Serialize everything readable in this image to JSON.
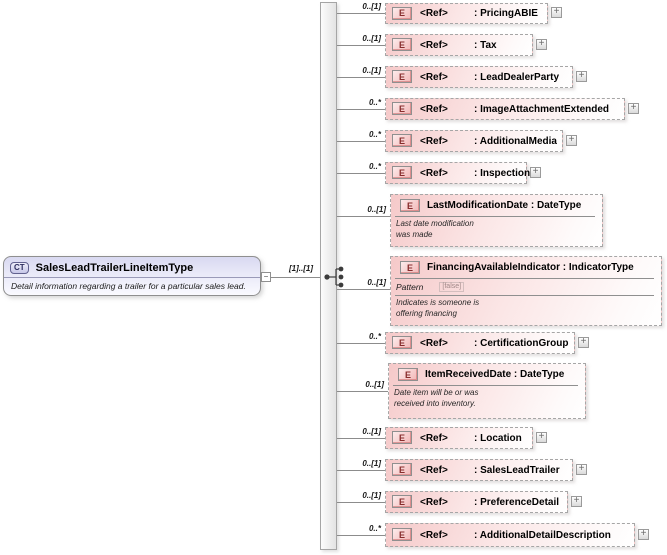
{
  "diagram": {
    "root": {
      "badge": "CT",
      "title": "SalesLeadTrailerLineItemType",
      "description": "Detail information regarding a trailer for a particular sales lead.",
      "cardinality": "[1]..[1]",
      "collapse_glyph": "−",
      "compositor": "sequence"
    },
    "element_icon_letter": "E",
    "expand_glyph": "+",
    "colors": {
      "element_fill": "#f5c9c9",
      "element_border": "#a6a6a6",
      "complextype_fill": "#d9d9f1",
      "bar_fill": "#e3e3e3",
      "line": "#8c8c8c"
    },
    "elements": [
      {
        "cardinality": "0..[1]",
        "kind": "ref",
        "name": "<Ref>",
        "type": ": PricingABIE",
        "expandable": true
      },
      {
        "cardinality": "0..[1]",
        "kind": "ref",
        "name": "<Ref>",
        "type": ": Tax",
        "expandable": true
      },
      {
        "cardinality": "0..[1]",
        "kind": "ref",
        "name": "<Ref>",
        "type": ": LeadDealerParty",
        "expandable": true
      },
      {
        "cardinality": "0..*",
        "kind": "ref",
        "name": "<Ref>",
        "type": ": ImageAttachmentExtended",
        "expandable": true
      },
      {
        "cardinality": "0..*",
        "kind": "ref",
        "name": "<Ref>",
        "type": ": AdditionalMedia",
        "expandable": true
      },
      {
        "cardinality": "0..*",
        "kind": "ref",
        "name": "<Ref>",
        "type": ": Inspection",
        "expandable": true
      },
      {
        "cardinality": "0..[1]",
        "kind": "local",
        "name": "LastModificationDate",
        "type": " : DateType",
        "annotation": [
          "Last date modification",
          "was made"
        ]
      },
      {
        "cardinality": "0..[1]",
        "kind": "local",
        "name": "FinancingAvailableIndicator",
        "type": " : IndicatorType",
        "facet": {
          "label": "Pattern",
          "value": "[false]"
        },
        "annotation": [
          "Indicates is someone is",
          "offering financing"
        ]
      },
      {
        "cardinality": "0..*",
        "kind": "ref",
        "name": "<Ref>",
        "type": ": CertificationGroup",
        "expandable": true
      },
      {
        "cardinality": "0..[1]",
        "kind": "local",
        "name": "ItemReceivedDate",
        "type": " : DateType",
        "annotation": [
          "Date item will be or was",
          "received into inventory."
        ]
      },
      {
        "cardinality": "0..[1]",
        "kind": "ref",
        "name": "<Ref>",
        "type": ": Location",
        "expandable": true
      },
      {
        "cardinality": "0..[1]",
        "kind": "ref",
        "name": "<Ref>",
        "type": ": SalesLeadTrailer",
        "expandable": true
      },
      {
        "cardinality": "0..[1]",
        "kind": "ref",
        "name": "<Ref>",
        "type": ": PreferenceDetail",
        "expandable": true
      },
      {
        "cardinality": "0..*",
        "kind": "ref",
        "name": "<Ref>",
        "type": ": AdditionalDetailDescription",
        "expandable": true
      }
    ]
  }
}
